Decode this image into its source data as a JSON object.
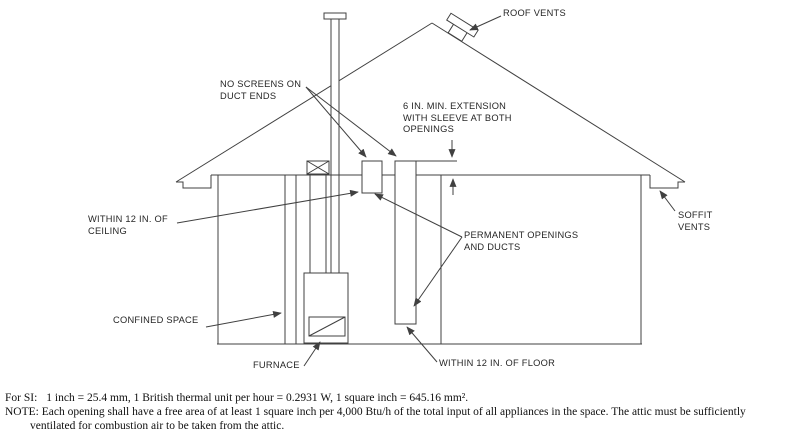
{
  "figure": {
    "labels": {
      "no_screens": {
        "line1": "NO SCREENS ON",
        "line2": "DUCT ENDS"
      },
      "roof_vents": "ROOF VENTS",
      "six_in": {
        "line1": "6 IN. MIN. EXTENSION",
        "line2": "WITH SLEEVE AT BOTH",
        "line3": "OPENINGS"
      },
      "within_ceiling": {
        "line1": "WITHIN 12 IN. OF",
        "line2": "CEILING"
      },
      "permanent": {
        "line1": "PERMANENT OPENINGS",
        "line2": "AND DUCTS"
      },
      "confined_space": "CONFINED SPACE",
      "furnace": "FURNACE",
      "within_floor": "WITHIN 12 IN. OF FLOOR",
      "soffit_vents": {
        "line1": "SOFFIT",
        "line2": "VENTS"
      }
    },
    "colors": {
      "line": "#404040",
      "text": "#262626",
      "background": "#ffffff"
    }
  },
  "footer": {
    "si_prefix": "For SI:",
    "si_text": "1 inch = 25.4 mm, 1 British thermal unit per hour = 0.2931 W, 1 square inch = 645.16 mm².",
    "note_line1": "NOTE: Each opening shall have a free area of at least 1 square inch per 4,000 Btu/h of the total input of all appliances in the space. The attic must be sufficiently",
    "note_line2": "ventilated for combustion air to be taken from the attic."
  }
}
